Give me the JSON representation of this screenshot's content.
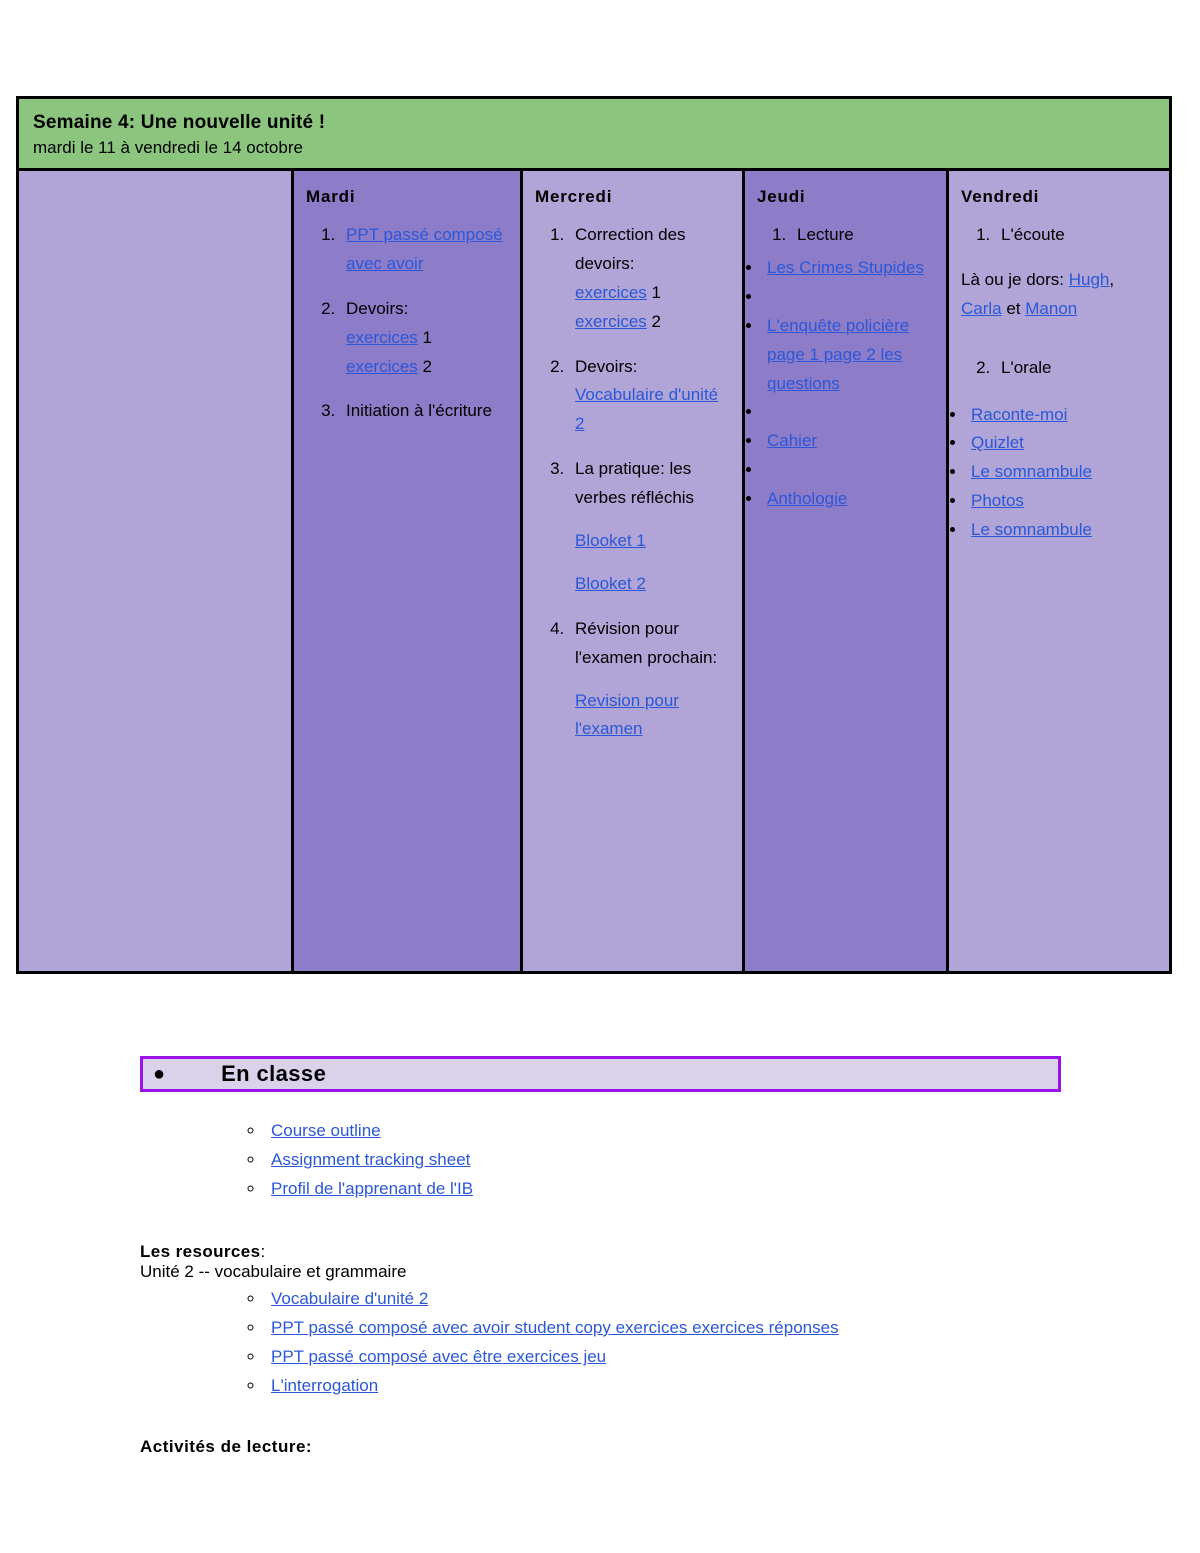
{
  "week": {
    "title": "Semaine 4: Une nouvelle unité !",
    "subtitle": "mardi le 11 à vendredi le 14 octobre",
    "header_color": "#8cc67e",
    "col_light": "#b0a5d6",
    "col_dark": "#8d7cc8",
    "link_color": "#2b57d8",
    "days": {
      "mardi": {
        "name": "Mardi",
        "item1_link": "PPT passé composé avec avoir",
        "item2_label": "Devoirs:",
        "item2_link_a": "exercices",
        "item2_num_a": "1",
        "item2_link_b": "exercices",
        "item2_num_b": "2",
        "item3_label": "Initiation à l'écriture"
      },
      "mercredi": {
        "name": "Mercredi",
        "item1_label": "Correction des devoirs:",
        "item1_link_a": "exercices",
        "item1_num_a": "1",
        "item1_link_b": "exercices",
        "item1_num_b": "2",
        "item2_label": "Devoirs:",
        "item2_link": "Vocabulaire d'unité 2",
        "item3_label": "La pratique: les verbes réfléchis",
        "item3_link_a": "Blooket 1",
        "item3_link_b": "Blooket 2",
        "item4_label": "Révision pour l'examen prochain:",
        "item4_link": "Revision pour l'examen"
      },
      "jeudi": {
        "name": "Jeudi",
        "item1_label": "Lecture",
        "bullet1": "Les Crimes Stupides",
        "bullet2": "",
        "bullet3": "L'enquête policière page 1 page 2  les questions",
        "bullet4": "",
        "bullet5": "Cahier",
        "bullet6": "",
        "bullet7": "Anthologie"
      },
      "vendredi": {
        "name": "Vendredi",
        "item1_label": "L'écoute",
        "line_prefix": "Là ou je dors: ",
        "line_link1": "Hugh",
        "line_sep1": ", ",
        "line_link2": "Carla",
        "line_sep2": " et ",
        "line_link3": "Manon",
        "item2_label": "L'orale",
        "bullets": [
          "Raconte-moi",
          "Quizlet",
          "Le somnambule",
          "Photos",
          "Le somnambule"
        ]
      }
    }
  },
  "lower": {
    "enclasse": {
      "bullet": "●",
      "label": "En classe",
      "border_color": "#9a13e8",
      "fill_color": "#d9d2ea"
    },
    "enclasse_links": [
      "Course outline",
      "Assignment tracking sheet",
      "Profil de l'apprenant de l'IB"
    ],
    "resources": {
      "heading": "Les resources",
      "heading_suffix": ":",
      "subline": "Unité 2 -- vocabulaire et grammaire",
      "links": [
        "Vocabulaire d'unité 2",
        "PPT passé composé avec avoir  student copy exercices exercices réponses",
        "PPT passé composé avec être exercices  jeu",
        "L'interrogation"
      ]
    },
    "activites": "Activités de lecture:"
  }
}
